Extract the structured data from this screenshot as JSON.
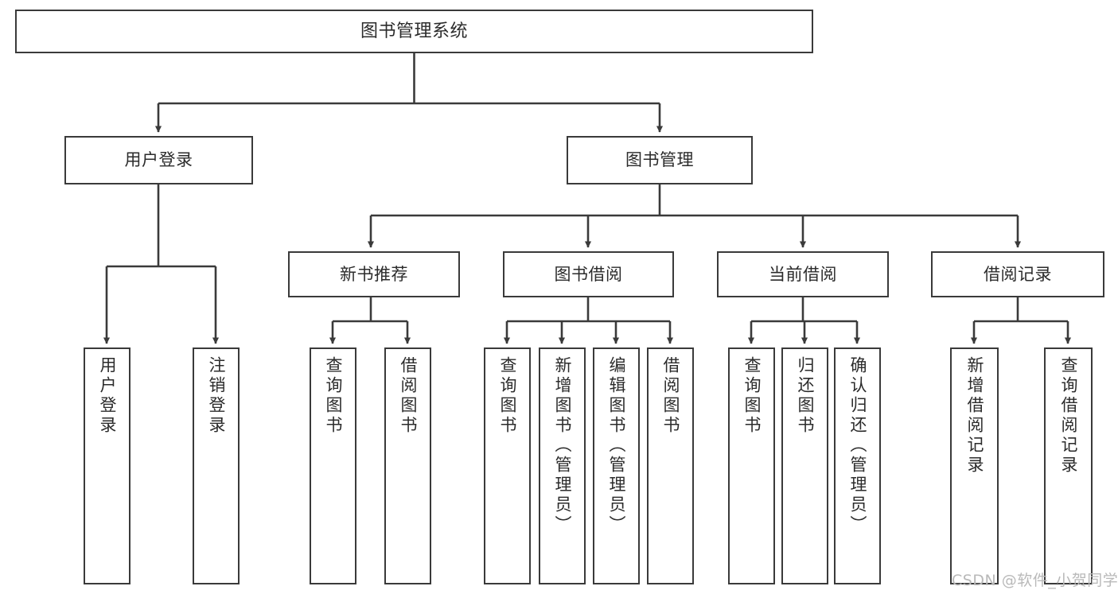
{
  "diagram": {
    "title": "图书管理系统",
    "type": "tree-hierarchy",
    "watermark": "CSDN @软件_小贺同学",
    "colors": {
      "stroke": "#3a3a3a",
      "fill": "#ffffff",
      "text": "#2b2b2b",
      "watermark": "#b9b9b9",
      "background": "#ffffff"
    },
    "nodes": {
      "root": {
        "label": "图书管理系统"
      },
      "level1": [
        {
          "id": "user-login",
          "label": "用户登录"
        },
        {
          "id": "book-manage",
          "label": "图书管理"
        }
      ],
      "level2": [
        {
          "id": "new-book-recommend",
          "label": "新书推荐"
        },
        {
          "id": "book-borrow",
          "label": "图书借阅"
        },
        {
          "id": "current-borrow",
          "label": "当前借阅"
        },
        {
          "id": "borrow-record",
          "label": "借阅记录"
        }
      ],
      "leaves": {
        "user-login": [
          {
            "id": "leaf-user-login",
            "label": "用户登录"
          },
          {
            "id": "leaf-logout",
            "label": "注销登录"
          }
        ],
        "new-book-recommend": [
          {
            "id": "leaf-query-book-1",
            "label": "查询图书"
          },
          {
            "id": "leaf-borrow-book-1",
            "label": "借阅图书"
          }
        ],
        "book-borrow": [
          {
            "id": "leaf-query-book-2",
            "label": "查询图书"
          },
          {
            "id": "leaf-add-book",
            "label": "新增图书（管理员）"
          },
          {
            "id": "leaf-edit-book",
            "label": "编辑图书（管理员）"
          },
          {
            "id": "leaf-borrow-book-2",
            "label": "借阅图书"
          }
        ],
        "current-borrow": [
          {
            "id": "leaf-query-book-3",
            "label": "查询图书"
          },
          {
            "id": "leaf-return-book",
            "label": "归还图书"
          },
          {
            "id": "leaf-confirm-return",
            "label": "确认归还（管理员）"
          }
        ],
        "borrow-record": [
          {
            "id": "leaf-add-record",
            "label": "新增借阅记录"
          },
          {
            "id": "leaf-query-record",
            "label": "查询借阅记录"
          }
        ]
      }
    }
  }
}
